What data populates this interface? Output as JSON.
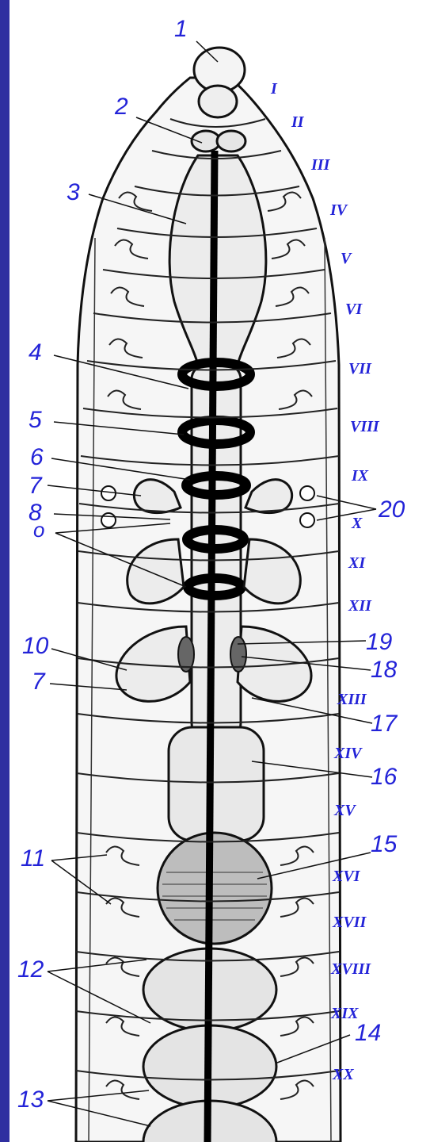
{
  "colors": {
    "sidebar": "#2f2fa0",
    "label_blue": "#2323d8",
    "ink": "#111111",
    "body_fill": "#f6f6f6",
    "organ_fill": "#ececec"
  },
  "number_labels": [
    "1",
    "2",
    "3",
    "4",
    "5",
    "6",
    "7",
    "8",
    "o",
    "10",
    "7",
    "11",
    "12",
    "13",
    "14",
    "15",
    "16",
    "17",
    "18",
    "19",
    "20"
  ],
  "segment_labels": [
    "I",
    "II",
    "III",
    "IV",
    "V",
    "VI",
    "VII",
    "VIII",
    "IX",
    "X",
    "XI",
    "XII",
    "XIII",
    "XIV",
    "XV",
    "XVI",
    "XVII",
    "XVIII",
    "XIX",
    "XX"
  ]
}
